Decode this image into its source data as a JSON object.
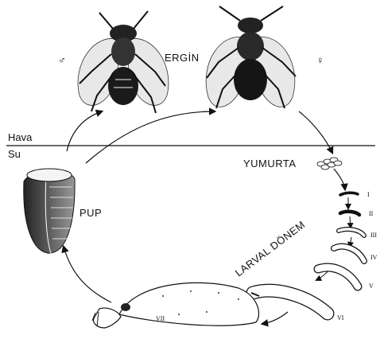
{
  "labels": {
    "adult": "ERGİN",
    "male_symbol": "♂",
    "female_symbol": "♀",
    "air": "Hava",
    "water": "Su",
    "egg": "YUMURTA",
    "pupa": "PUP",
    "larval_stage": "LARVAL DÖNEM"
  },
  "instars": [
    "I",
    "II",
    "III",
    "IV",
    "V",
    "VI",
    "VII"
  ],
  "colors": {
    "ink": "#111111",
    "paper": "#ffffff",
    "shade": "#555555"
  }
}
